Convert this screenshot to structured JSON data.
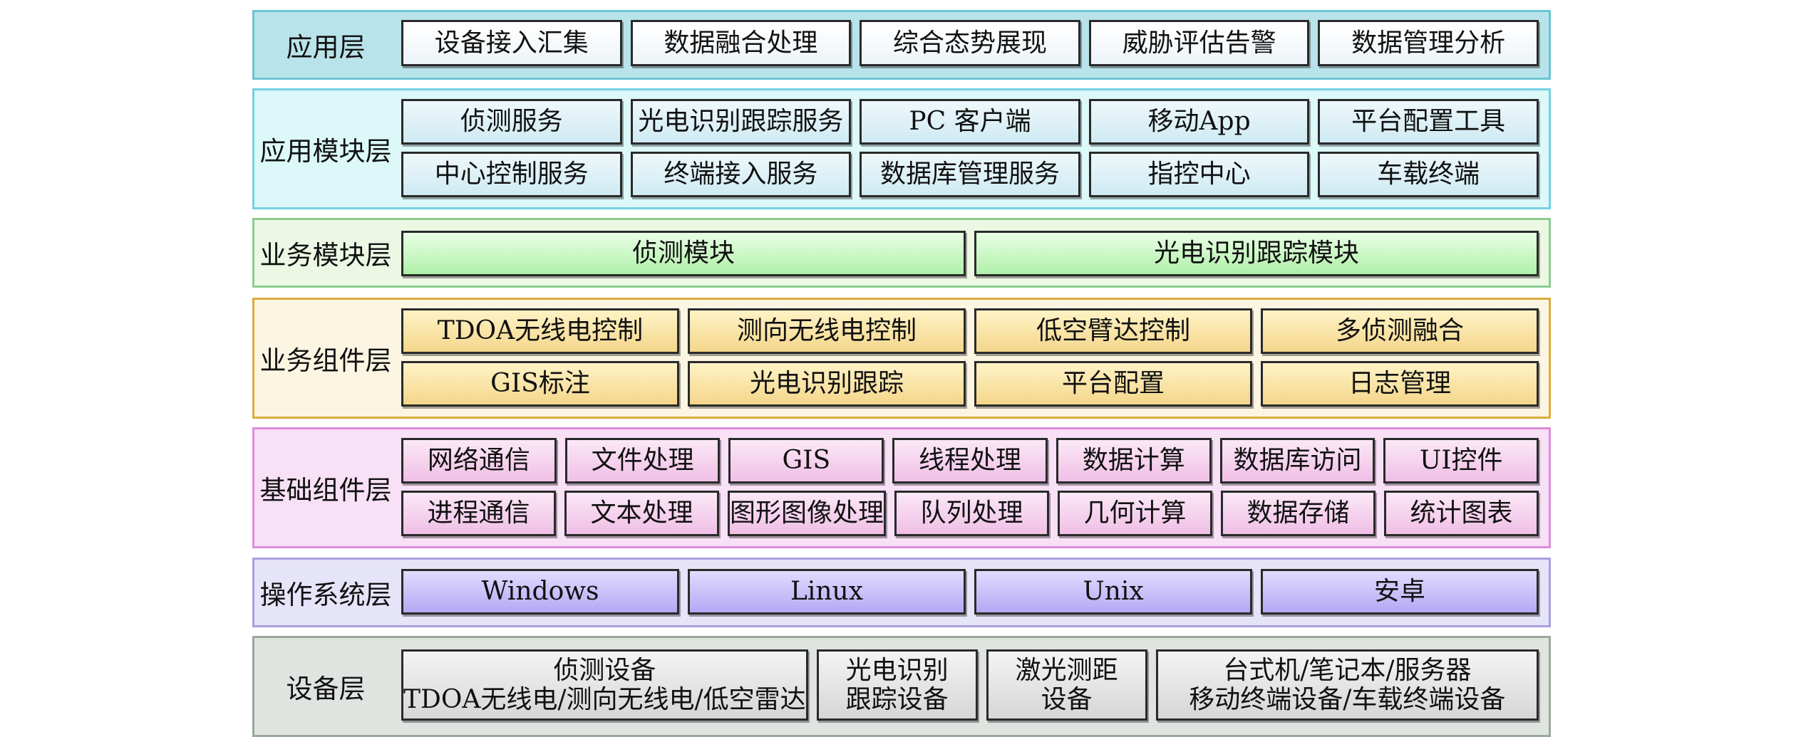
{
  "layers": [
    {
      "name": "应用层",
      "rows": [
        [
          "设备接入汇集",
          "数据融合处理",
          "综合态势展现",
          "威胁评估告警",
          "数据管理分析"
        ]
      ]
    },
    {
      "name": "应用模块层",
      "rows": [
        [
          "侦测服务",
          "光电识别跟踪服务",
          "PC 客户端",
          "移动App",
          "平台配置工具"
        ],
        [
          "中心控制服务",
          "终端接入服务",
          "数据库管理服务",
          "指控中心",
          "车载终端"
        ]
      ]
    },
    {
      "name": "业务模块层",
      "rows": [
        [
          "侦测模块",
          "光电识别跟踪模块"
        ]
      ]
    },
    {
      "name": "业务组件层",
      "rows": [
        [
          "TDOA无线电控制",
          "测向无线电控制",
          "低空臂达控制",
          "多侦测融合"
        ],
        [
          "GIS标注",
          "光电识别跟踪",
          "平台配置",
          "日志管理"
        ]
      ]
    },
    {
      "name": "基础组件层",
      "rows": [
        [
          "网络通信",
          "文件处理",
          "GIS",
          "线程处理",
          "数据计算",
          "数据库访问",
          "UI控件"
        ],
        [
          "进程通信",
          "文本处理",
          "图形图像处理",
          "队列处理",
          "几何计算",
          "数据存储",
          "统计图表"
        ]
      ]
    },
    {
      "name": "操作系统层",
      "rows": [
        [
          "Windows",
          "Linux",
          "Unix",
          "安卓"
        ]
      ]
    },
    {
      "name": "设备层",
      "devices": [
        {
          "line1": "侦测设备",
          "line2": "TDOA无线电/测向无线电/低空雷达"
        },
        {
          "line1": "光电识别",
          "line2": "跟踪设备"
        },
        {
          "line1": "激光测距",
          "line2": "设备"
        },
        {
          "line1": "台式机/笔记本/服务器",
          "line2": "移动终端设备/车载终端设备"
        }
      ]
    }
  ]
}
